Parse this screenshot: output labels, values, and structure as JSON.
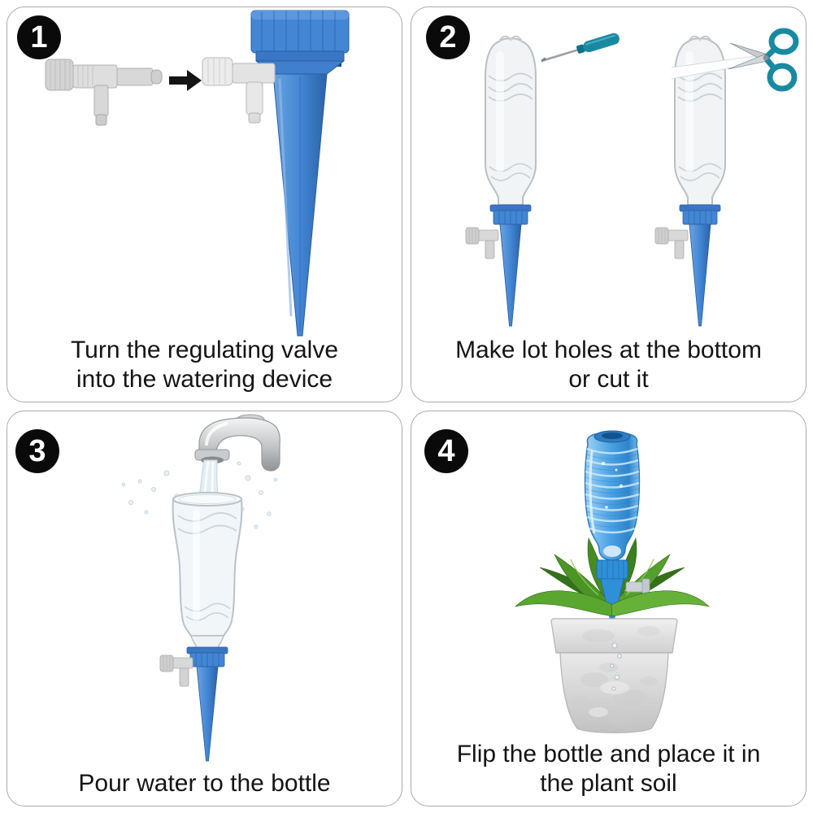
{
  "steps": [
    {
      "number": "1",
      "lines": [
        "Turn the regulating valve",
        "into the watering device"
      ],
      "illustration": [
        "regulating-valve",
        "arrow-right-icon",
        "watering-spike",
        "spike-valve"
      ]
    },
    {
      "number": "2",
      "lines": [
        "Make lot holes at the bottom",
        "or cut it"
      ],
      "illustration": [
        "inverted-bottle-on-spike",
        "awl-icon",
        "inverted-bottle-on-spike",
        "cut-line",
        "scissors-icon"
      ]
    },
    {
      "number": "3",
      "lines": [
        "Pour water to the bottle"
      ],
      "illustration": [
        "faucet",
        "water-stream",
        "water-splash",
        "cut-bottle-on-spike",
        "spike-valve"
      ]
    },
    {
      "number": "4",
      "lines": [
        "Flip the bottle and place it in",
        "the plant soil"
      ],
      "illustration": [
        "flipped-water-bottle",
        "plant-leaves",
        "watering-spike",
        "spike-valve",
        "flower-pot",
        "water-droplets"
      ]
    }
  ],
  "colors": {
    "spike_blue": "#4286d4",
    "spike_blue_dark": "#2c62a8",
    "spike_bright": "#2f8fd8",
    "tool_teal": "#1989a0",
    "plant_green": "#55a02c",
    "pot_gray": "#d8d8d8",
    "badge_bg": "#0a0a0a",
    "badge_fg": "#ffffff",
    "text_color": "#141414",
    "panel_border": "#ababab",
    "water_blue": "#dce9f2",
    "bottle_outline": "#b9c0c6"
  }
}
